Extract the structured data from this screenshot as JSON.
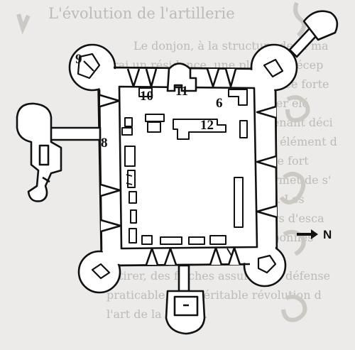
{
  "background_text": {
    "heading": "L'évolution de l'artillerie",
    "lines": [
      "Le donjon, à la structure de la ma",
      "vrai un résidence, une place de récep",
      "ment. L'artillerie, dans une place forte",
      "défense, il n'est plus le premier élé",
      "ment de tir. Les bastions devenant déci",
      "puisque le bastion devient un élément d",
      "défense, il s'agit d'un véritable fort",
      "bastionné. Chaque portail permet de s'",
      "tout en modifiant la structure. Les",
      "remparts, du contour, les murs d'esca",
      "sortes d'ouvrages offrant de bonnes",
      "...",
      "retirer, des flèches assurent la défense",
      "praticable, une véritable révolution d",
      "l'art de la guerre."
    ]
  },
  "plan": {
    "labels": {
      "n6": "6",
      "n8": "8",
      "n9": "9",
      "n10": "10",
      "n11": "11",
      "n12": "12"
    }
  },
  "compass": {
    "label": "N",
    "arrow": "right-arrow-icon"
  },
  "colors": {
    "ink": "#111111",
    "paper": "#ecebe9",
    "faded_text": "#b9b6b2"
  }
}
